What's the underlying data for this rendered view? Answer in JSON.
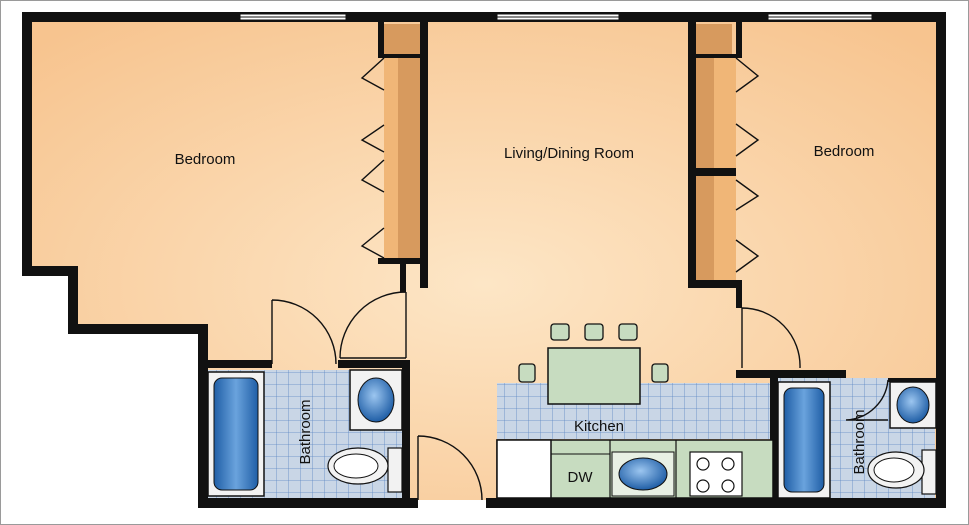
{
  "floorplan": {
    "rooms": {
      "bedroom_left": "Bedroom",
      "living_dining": "Living/Dining Room",
      "bedroom_right": "Bedroom",
      "kitchen": "Kitchen",
      "bathroom_left": "Bathroom",
      "bathroom_right": "Bathroom",
      "dishwasher": "DW"
    },
    "colors": {
      "floor": "#f8c896",
      "floor_light": "#fde6c6",
      "wall": "#111111",
      "closet": "#d79a5e",
      "closet_dark": "#b5743c",
      "tile": "#c9d6e6",
      "tile_line": "#5b86c4",
      "counter": "#c7dcc0",
      "fixture_blue": "#2f6fb3",
      "window": "#ffffff"
    }
  }
}
